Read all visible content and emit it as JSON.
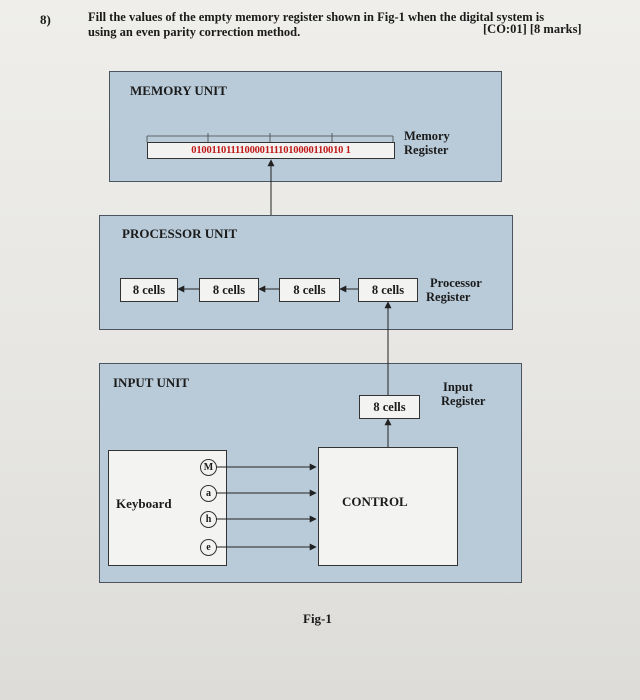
{
  "question": {
    "number": "8)",
    "line1": "Fill the values of the empty memory register shown in Fig-1 when the digital system is",
    "line2": "using an even parity correction method.",
    "marks": "[CO:01]   [8 marks]"
  },
  "memory_unit": {
    "title": "MEMORY UNIT",
    "register_value": "0100110111100001111010000110010 1",
    "register_label_1": "Memory",
    "register_label_2": "Register"
  },
  "processor_unit": {
    "title": "PROCESSOR UNIT",
    "cells": [
      "8 cells",
      "8 cells",
      "8 cells",
      "8 cells"
    ],
    "register_label_1": "Processor",
    "register_label_2": "Register"
  },
  "input_unit": {
    "title": "INPUT UNIT",
    "cell": "8 cells",
    "register_label_1": "Input",
    "register_label_2": "Register",
    "keyboard": "Keyboard",
    "control": "CONTROL",
    "keys": [
      "M",
      "a",
      "h",
      "e"
    ]
  },
  "figure_caption": "Fig-1"
}
